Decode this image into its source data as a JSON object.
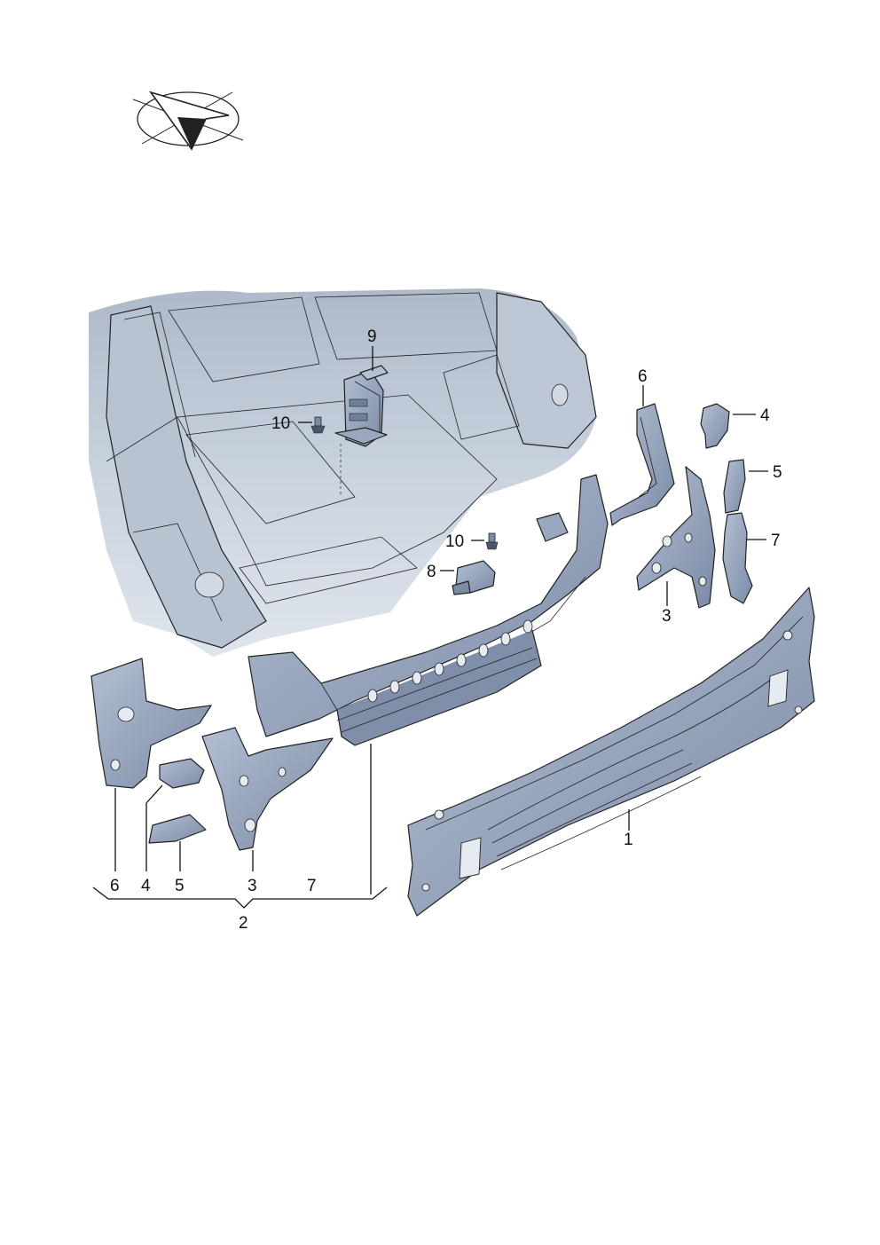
{
  "colors": {
    "part_fill": "#8f9fb8",
    "part_shade": "#6f7f99",
    "part_light": "#b9c5d6",
    "interior_fill": "#c9d2de",
    "interior_shade": "#a8b4c5",
    "outline": "#222222",
    "background": "#ffffff"
  },
  "icons": {
    "orientation": "direction-arrow-ellipse-icon"
  },
  "callouts": {
    "c9": "9",
    "c10_top": "10",
    "c6_right": "6",
    "c4_right": "4",
    "c5_right": "5",
    "c7_right": "7",
    "c10_mid": "10",
    "c8": "8",
    "c3_right": "3",
    "c1": "1",
    "c6_left": "6",
    "c4_left": "4",
    "c5_left": "5",
    "c3_left": "3",
    "c7_left": "7",
    "c2_group": "2"
  }
}
